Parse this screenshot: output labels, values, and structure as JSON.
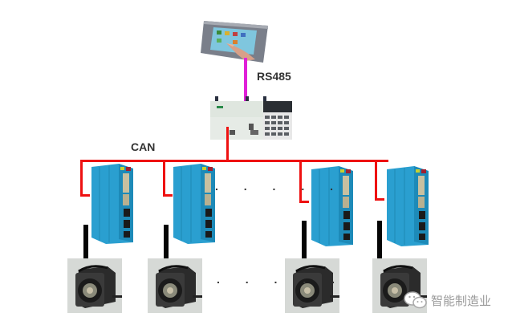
{
  "diagram": {
    "title": "",
    "labels": {
      "hmi_link": "RS485",
      "bus": "CAN",
      "drives_ellipsis": ". . . . .",
      "motors_ellipsis": ". . . . ."
    },
    "nodes": {
      "hmi": {
        "name": "Touch-screen HMI",
        "icon": "touch-panel-icon"
      },
      "plc": {
        "name": "PLC controller",
        "icon": "plc-icon"
      },
      "drives": [
        {
          "id": "drive-1",
          "icon": "servo-drive-icon"
        },
        {
          "id": "drive-2",
          "icon": "servo-drive-icon"
        },
        {
          "id": "drive-3",
          "icon": "servo-drive-icon"
        },
        {
          "id": "drive-4",
          "icon": "servo-drive-icon"
        }
      ],
      "motors": [
        {
          "id": "motor-1",
          "icon": "servo-motor-icon"
        },
        {
          "id": "motor-2",
          "icon": "servo-motor-icon"
        },
        {
          "id": "motor-3",
          "icon": "servo-motor-icon"
        },
        {
          "id": "motor-4",
          "icon": "servo-motor-icon"
        }
      ]
    },
    "colors": {
      "rs485_wire": "#e020d8",
      "can_wire": "#ee1111",
      "motor_cable": "#050505",
      "drive_body": "#2a9fd0"
    },
    "watermark": {
      "icon": "wechat-icon",
      "text": "智能制造业"
    }
  }
}
